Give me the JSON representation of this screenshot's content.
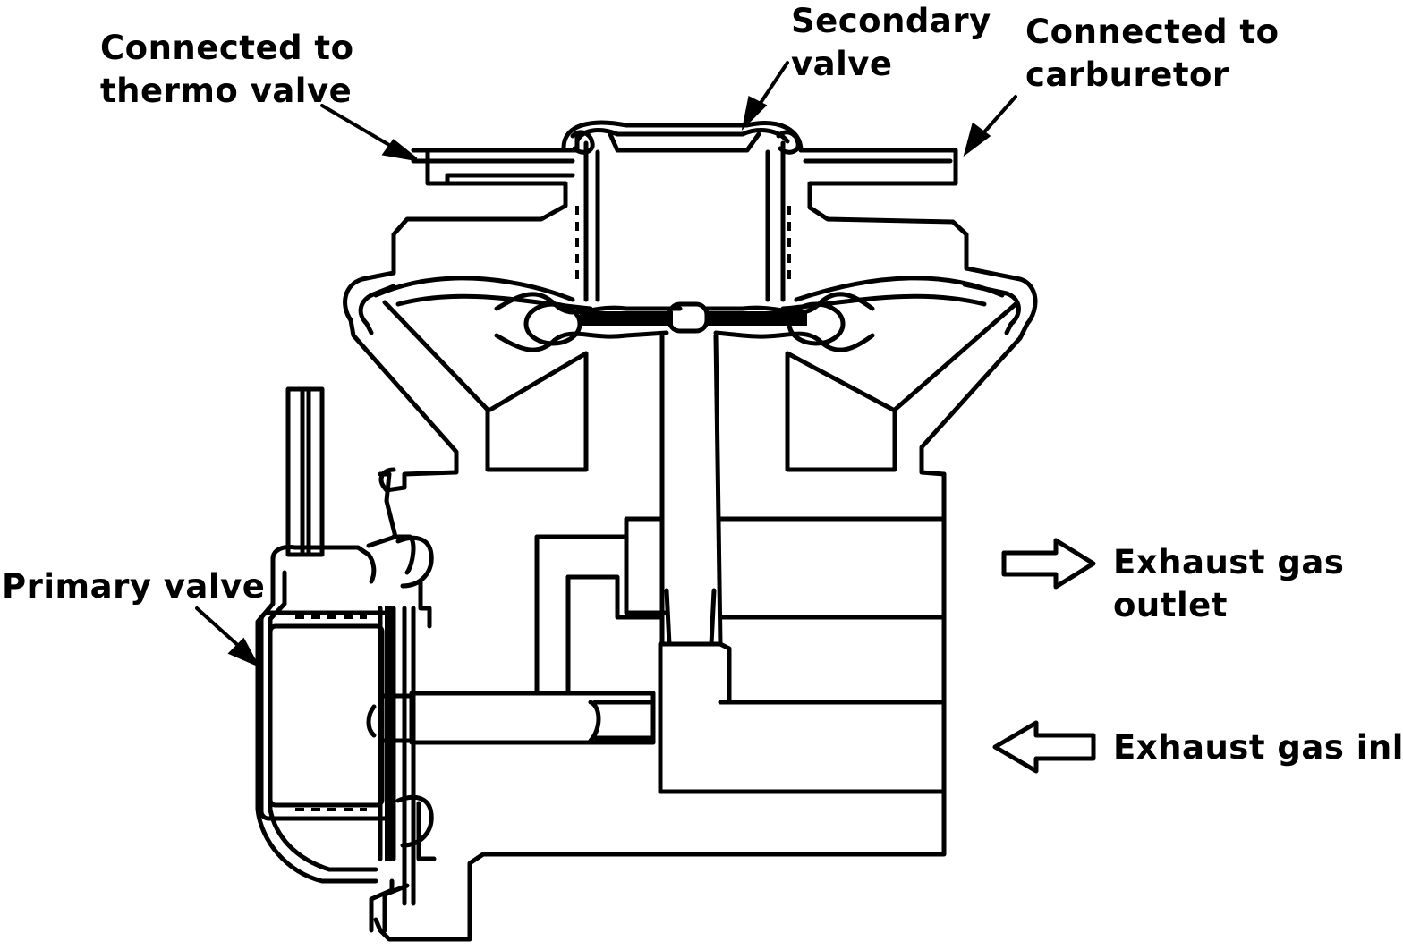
{
  "labels": {
    "thermo_valve": [
      "Connected to",
      "thermo valve"
    ],
    "secondary_valve": [
      "Secondary",
      "valve"
    ],
    "carburetor": [
      "Connected to",
      "carburetor"
    ],
    "primary_valve": [
      "Primary valve"
    ],
    "exhaust_outlet": [
      "Exhaust gas",
      "outlet"
    ],
    "exhaust_inlet": [
      "Exhaust gas inlet"
    ]
  },
  "colors": {
    "ink": "#000000",
    "paper": "#ffffff"
  }
}
